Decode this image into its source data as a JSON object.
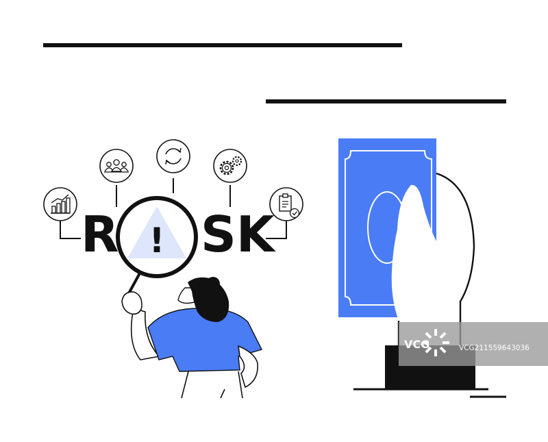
{
  "risk_word": {
    "left": "R",
    "right": "SK",
    "mark": "!"
  },
  "watermark": {
    "brand": "VCG",
    "code": "VCG211559643036"
  },
  "icons": [
    "growth-chart-icon",
    "team-icon",
    "refresh-cycle-icon",
    "gears-icon",
    "clipboard-check-icon"
  ],
  "colors": {
    "accent_blue": "#4a7cf6",
    "light_blue": "#dde6fb",
    "ink": "#111111",
    "watermark_bg": "#9a9a9a"
  }
}
